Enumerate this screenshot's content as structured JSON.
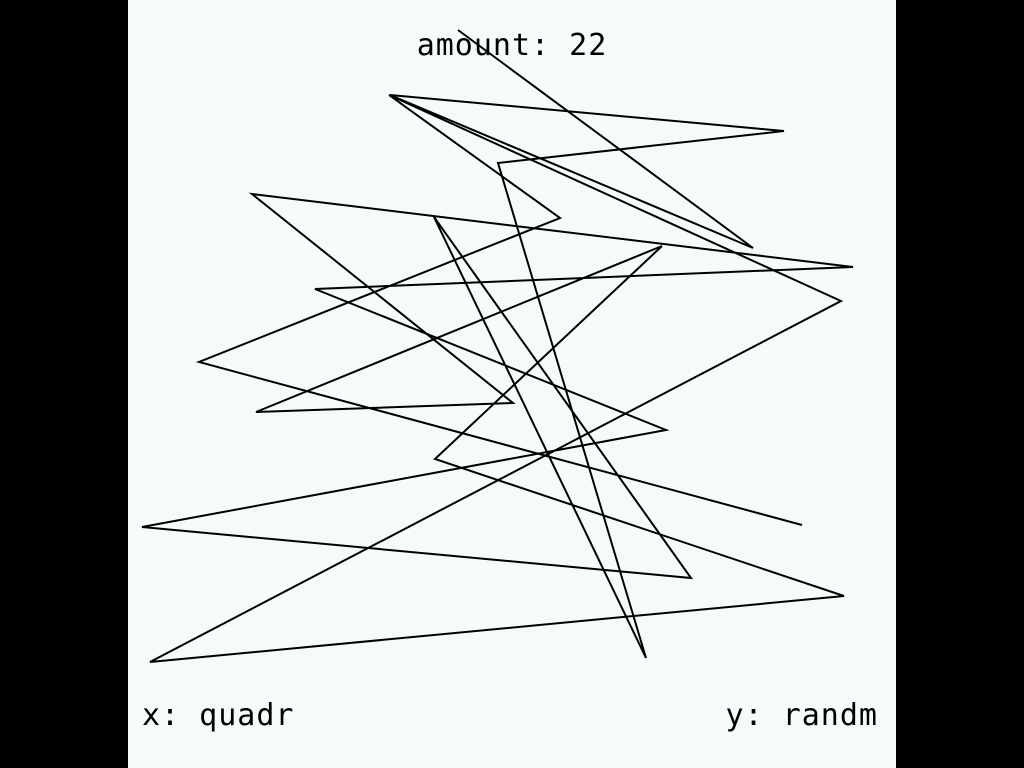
{
  "header": {
    "amount_label": "amount: 22"
  },
  "footer": {
    "x_label": "x: quadr",
    "y_label": "y: randm"
  },
  "colors": {
    "background": "#f5fbf8",
    "frame": "#000000",
    "line": "#000000"
  }
}
